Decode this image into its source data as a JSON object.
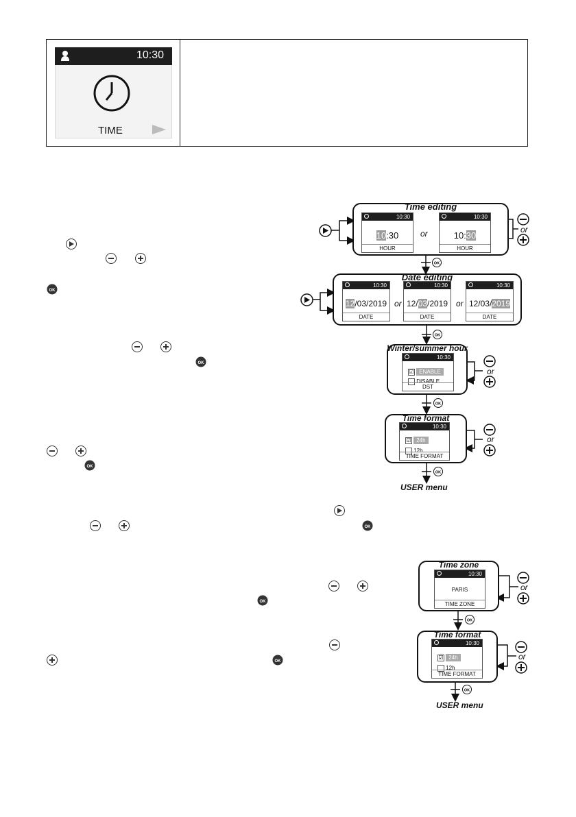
{
  "header_tile": {
    "time": "10:30",
    "label": "TIME",
    "icons": [
      "user-icon",
      "clock-icon",
      "arrow-right-icon"
    ]
  },
  "common": {
    "time": "10:30",
    "or": "or",
    "ok": "OK",
    "user_menu": "USER menu"
  },
  "time_editing": {
    "title": "Time editing",
    "screen1": {
      "hl": "10",
      "rest": ":30",
      "footer": "HOUR"
    },
    "screen2": {
      "pre": "10:",
      "hl": "30",
      "footer": "HOUR"
    }
  },
  "date_editing": {
    "title": "Date editing",
    "screen1": {
      "hl": "12",
      "rest": "/03/2019",
      "footer": "DATE"
    },
    "screen2": {
      "pre": "12/",
      "hl": "03",
      "rest": "/2019",
      "footer": "DATE"
    },
    "screen3": {
      "pre": "12/03/",
      "hl": "2019",
      "footer": "DATE"
    }
  },
  "dst": {
    "title": "Winter/summer hour",
    "opt1": "ENABLE",
    "opt2": "DISABLE",
    "footer": "DST"
  },
  "time_format": {
    "title": "Time format",
    "opt1": "24h",
    "opt2": "12h",
    "footer": "TIME FORMAT"
  },
  "time_zone": {
    "title": "Time zone",
    "value": "PARIS",
    "footer": "TIME ZONE"
  },
  "check_mark": "☑"
}
